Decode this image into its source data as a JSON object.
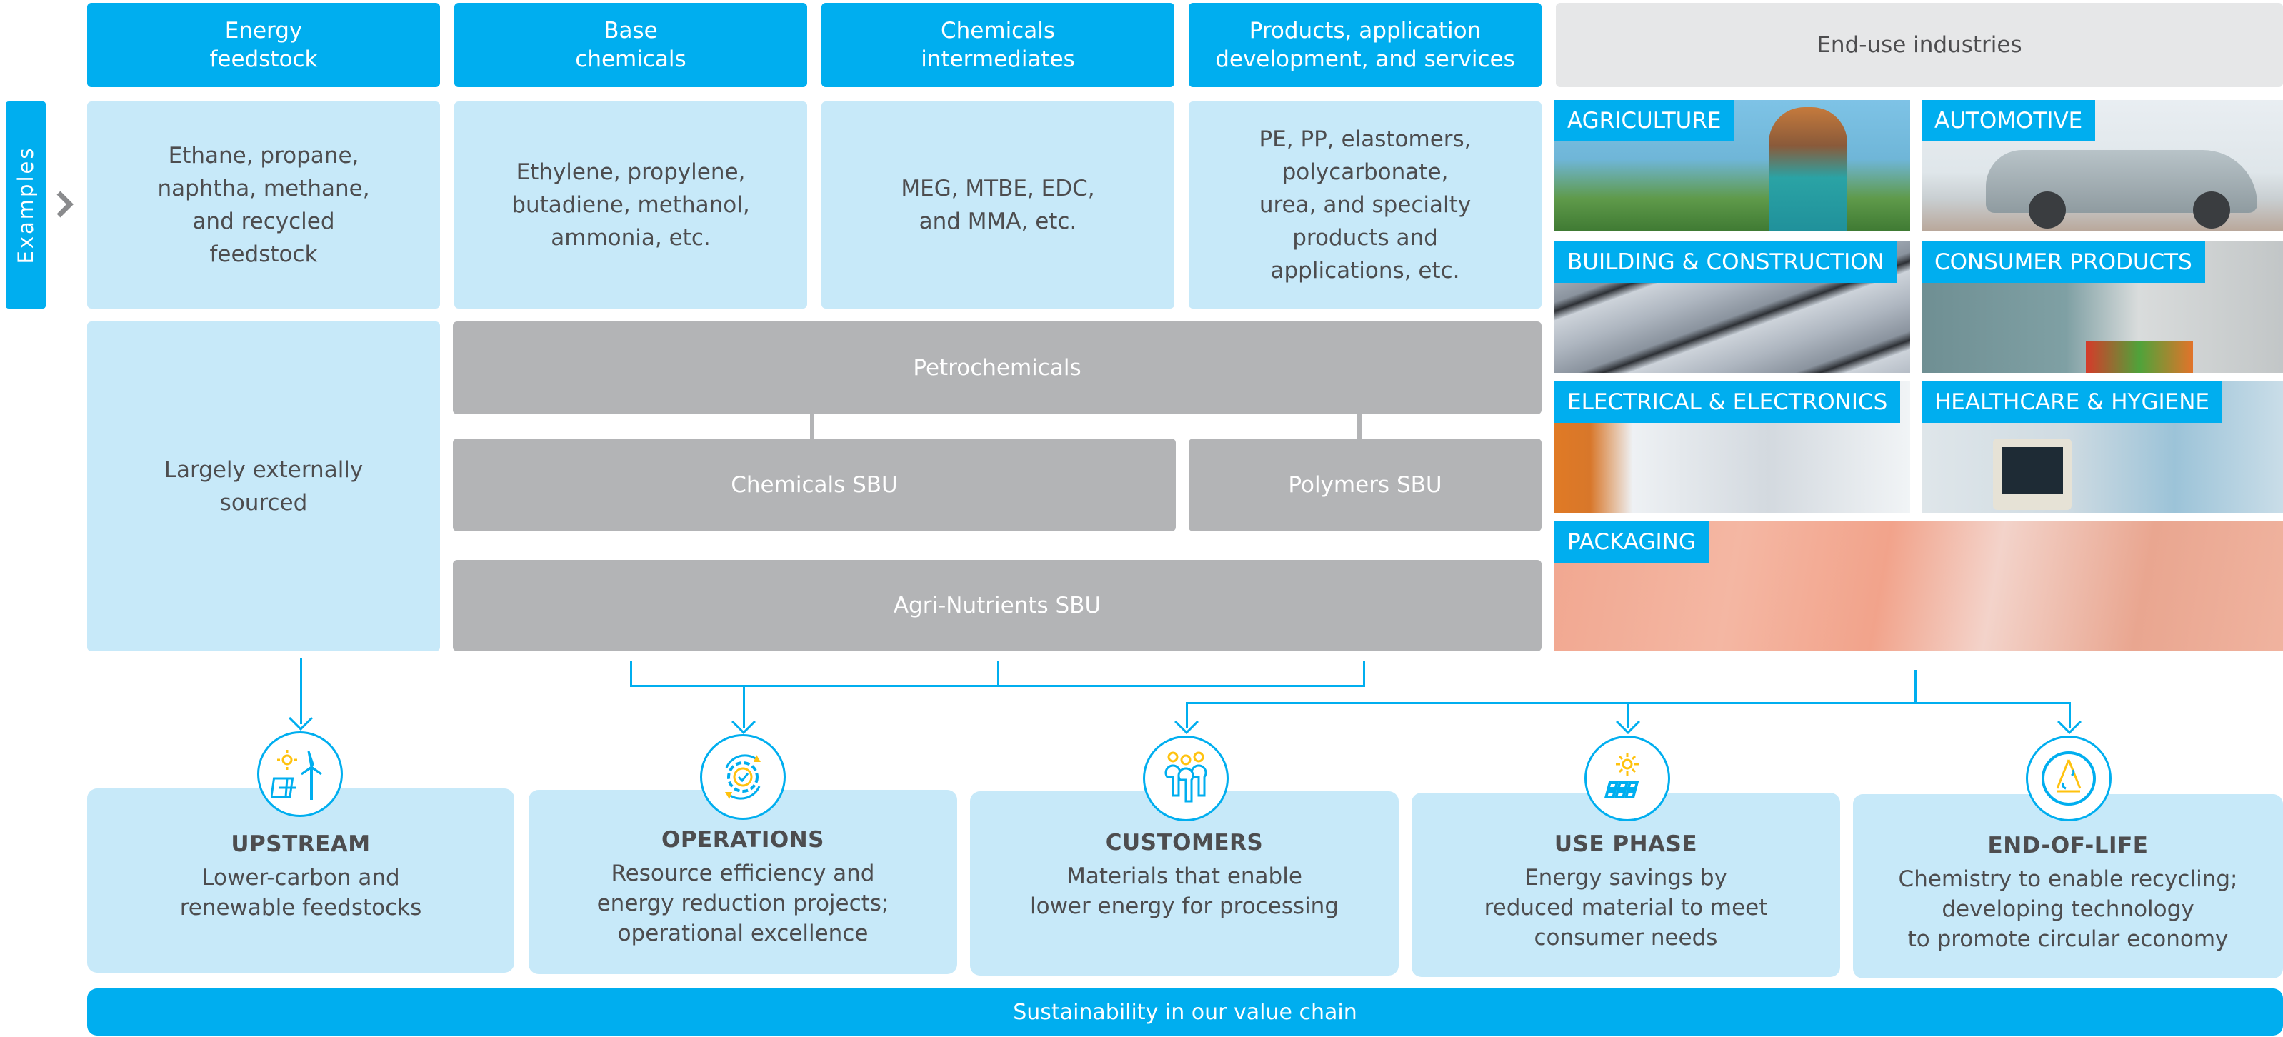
{
  "headers": [
    {
      "label": "Energy\nfeedstock"
    },
    {
      "label": "Base\nchemicals"
    },
    {
      "label": "Chemicals\nintermediates"
    },
    {
      "label": "Products, application\ndevelopment, and services"
    },
    {
      "label": "End-use industries"
    }
  ],
  "examples_tab": {
    "label": "Examples"
  },
  "examples": [
    {
      "text": "Ethane, propane,\nnaphtha, methane,\nand recycled\nfeedstock"
    },
    {
      "text": "Ethylene, propylene,\nbutadiene, methanol,\nammonia, etc."
    },
    {
      "text": "MEG, MTBE, EDC,\nand MMA, etc."
    },
    {
      "text": "PE, PP, elastomers,\npolycarbonate,\nurea, and specialty\nproducts and\napplications, etc."
    }
  ],
  "sourcing": {
    "text": "Largely externally\nsourced"
  },
  "business_units": {
    "petrochemicals": "Petrochemicals",
    "chemicals_sbu": "Chemicals SBU",
    "polymers_sbu": "Polymers SBU",
    "agri_nutrients_sbu": "Agri-Nutrients SBU"
  },
  "industries": [
    {
      "label": "AGRICULTURE"
    },
    {
      "label": "AUTOMOTIVE"
    },
    {
      "label": "BUILDING & CONSTRUCTION"
    },
    {
      "label": "CONSUMER PRODUCTS"
    },
    {
      "label": "ELECTRICAL & ELECTRONICS"
    },
    {
      "label": "HEALTHCARE & HYGIENE"
    },
    {
      "label": "PACKAGING"
    }
  ],
  "stages": [
    {
      "title": "UPSTREAM",
      "desc": "Lower-carbon and\nrenewable feedstocks",
      "icon": "solar-wind-icon"
    },
    {
      "title": "OPERATIONS",
      "desc": "Resource efficiency and\nenergy reduction projects;\noperational excellence",
      "icon": "gear-cycle-icon"
    },
    {
      "title": "CUSTOMERS",
      "desc": "Materials that enable\nlower energy for processing",
      "icon": "people-icon"
    },
    {
      "title": "USE PHASE",
      "desc": "Energy savings by\nreduced material to meet\nconsumer needs",
      "icon": "sun-solar-panel-icon"
    },
    {
      "title": "END-OF-LIFE",
      "desc": "Chemistry to enable recycling;\ndeveloping technology\nto promote circular economy",
      "icon": "recycle-icon"
    }
  ],
  "footer": {
    "label": "Sustainability in our value chain"
  },
  "colors": {
    "brand_blue": "#00aeef",
    "light_blue": "#c7e9f9",
    "gray": "#b3b4b6",
    "accent_yellow": "#ffc20e",
    "text": "#4d4d4f"
  }
}
